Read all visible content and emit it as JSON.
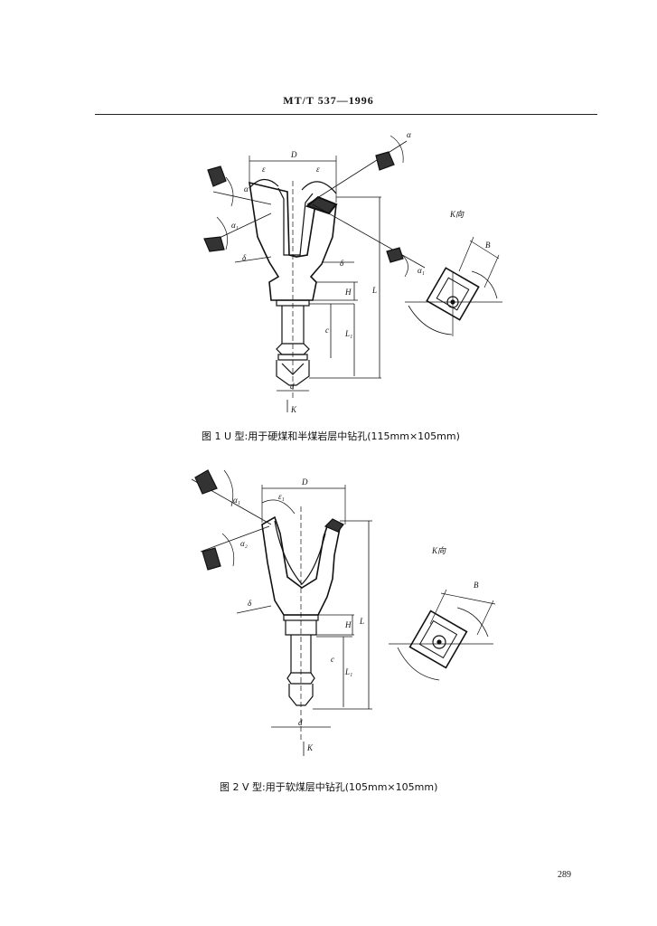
{
  "header": {
    "standard_code": "MT/T 537—1996"
  },
  "figure1": {
    "caption": "图 1   U 型:用于硬煤和半煤岩层中钻孔(115mm×105mm)",
    "view_label": "K向",
    "labels": {
      "D": "D",
      "eps_left": "ε",
      "eps_right": "ε",
      "alpha_top_right": "α",
      "alpha_left": "α",
      "alpha1_left": "α₁",
      "alpha1_right": "α₁",
      "delta_left": "δ",
      "delta_right": "δ",
      "H": "H",
      "L": "L",
      "L1": "L₁",
      "c": "c",
      "d": "d",
      "B": "B",
      "K": "K"
    }
  },
  "figure2": {
    "caption": "图 2   V 型:用于软煤层中钻孔(105mm×105mm)",
    "view_label": "K向",
    "labels": {
      "D": "D",
      "eps": "ε₁",
      "alpha1": "α₁",
      "alpha2": "α₂",
      "delta": "δ",
      "H": "H",
      "L": "L",
      "L1": "L₁",
      "c": "c",
      "d": "d",
      "B": "B",
      "K": "K"
    }
  },
  "page": {
    "number": "289"
  }
}
